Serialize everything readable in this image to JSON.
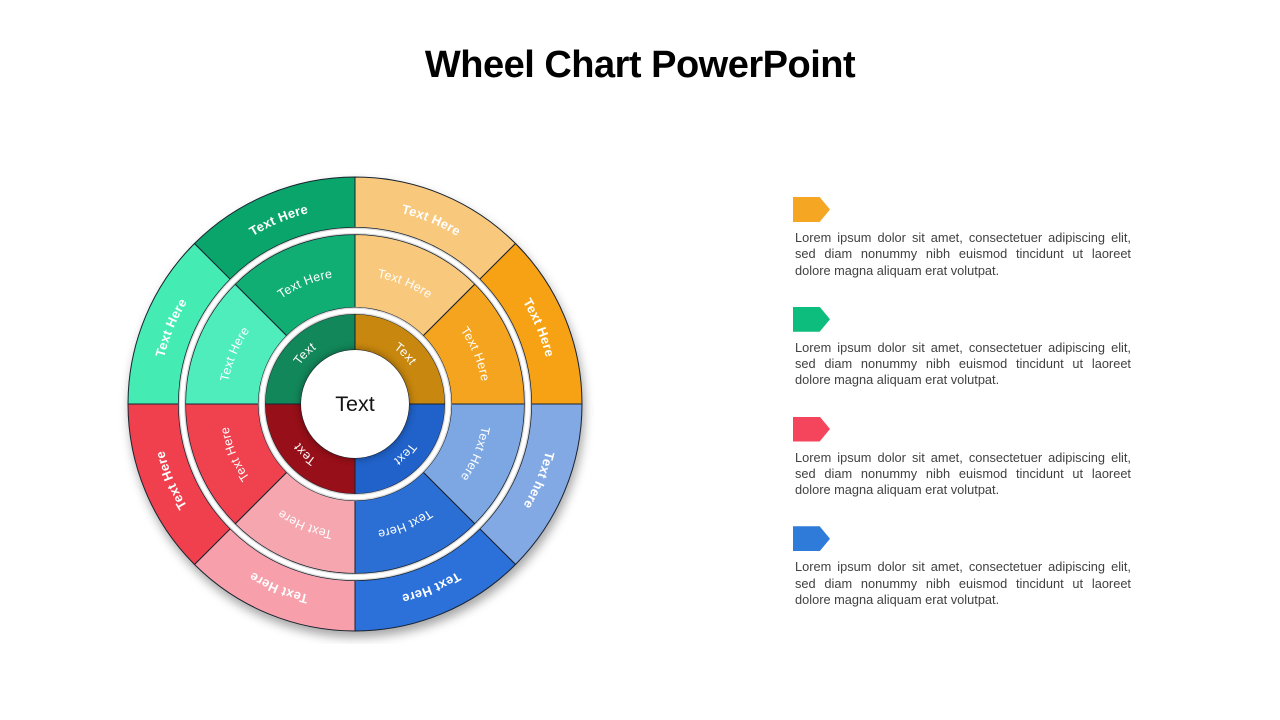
{
  "title": "Wheel Chart PowerPoint",
  "wheel": {
    "center_label": "Text",
    "outline_color": "#18222f",
    "inner_ring": [
      {
        "label": "Text",
        "color": "#c8870e",
        "start": 0,
        "end": 90
      },
      {
        "label": "Text",
        "color": "#2062c9",
        "start": 90,
        "end": 180
      },
      {
        "label": "Text",
        "color": "#970f18",
        "start": 180,
        "end": 270
      },
      {
        "label": "Text",
        "color": "#12875a",
        "start": 270,
        "end": 360
      }
    ],
    "middle_ring": [
      {
        "label": "Text Here",
        "color": "#f8c87d",
        "start": 0,
        "end": 45
      },
      {
        "label": "Text Here",
        "color": "#f5a41f",
        "start": 45,
        "end": 90
      },
      {
        "label": "Text Here",
        "color": "#7da7e3",
        "start": 90,
        "end": 135
      },
      {
        "label": "Text Here",
        "color": "#2c6fd4",
        "start": 135,
        "end": 180
      },
      {
        "label": "Text Here",
        "color": "#f5a6ae",
        "start": 180,
        "end": 225
      },
      {
        "label": "Text Here",
        "color": "#f0414f",
        "start": 225,
        "end": 270
      },
      {
        "label": "Text Here",
        "color": "#4fedbc",
        "start": 270,
        "end": 315
      },
      {
        "label": "Text Here",
        "color": "#11ae74",
        "start": 315,
        "end": 360
      }
    ],
    "outer_ring": [
      {
        "label": "Text Here",
        "color": "#f8c87d",
        "start": 0,
        "end": 45
      },
      {
        "label": "Text Here",
        "color": "#f6a214",
        "start": 45,
        "end": 90
      },
      {
        "label": "Text here",
        "color": "#83a9e4",
        "start": 90,
        "end": 135
      },
      {
        "label": "Text Here",
        "color": "#2b71d9",
        "start": 135,
        "end": 180
      },
      {
        "label": "Text Here",
        "color": "#f7a0ab",
        "start": 180,
        "end": 225
      },
      {
        "label": "Text Here",
        "color": "#f0404e",
        "start": 225,
        "end": 270
      },
      {
        "label": "Text Here",
        "color": "#44ebb3",
        "start": 270,
        "end": 315
      },
      {
        "label": "Text Here",
        "color": "#0aa56a",
        "start": 315,
        "end": 360
      }
    ]
  },
  "legend": {
    "items": [
      {
        "icon": "tag-arrow-icon",
        "icon_color": "#f5a623",
        "text": "Lorem ipsum dolor sit amet, consectetuer adipiscing elit, sed diam nonummy nibh euismod tincidunt ut laoreet dolore magna aliquam erat volutpat."
      },
      {
        "icon": "tag-arrow-icon",
        "icon_color": "#0cbd7d",
        "text": "Lorem ipsum dolor sit amet, consectetuer adipiscing elit, sed diam nonummy nibh euismod tincidunt ut laoreet dolore magna aliquam erat volutpat."
      },
      {
        "icon": "tag-arrow-icon",
        "icon_color": "#f4455c",
        "text": "Lorem ipsum dolor sit amet, consectetuer adipiscing elit, sed diam nonummy nibh euismod tincidunt ut laoreet dolore magna aliquam erat volutpat."
      },
      {
        "icon": "tag-arrow-icon",
        "icon_color": "#2f7bd9",
        "text": "Lorem ipsum dolor sit amet, consectetuer adipiscing elit, sed diam nonummy nibh euismod tincidunt ut laoreet dolore magna aliquam erat volutpat."
      }
    ]
  }
}
